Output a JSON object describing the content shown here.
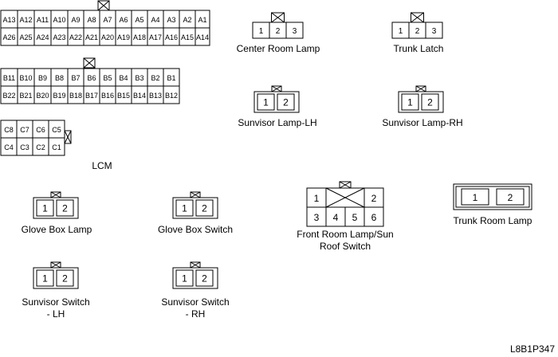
{
  "lcm": {
    "title": "LCM",
    "a_top": [
      "A13",
      "A12",
      "A11",
      "A10",
      "A9",
      "A8",
      "A7",
      "A6",
      "A5",
      "A4",
      "A3",
      "A2",
      "A1"
    ],
    "a_bottom": [
      "A26",
      "A25",
      "A24",
      "A23",
      "A22",
      "A21",
      "A20",
      "A19",
      "A18",
      "A17",
      "A16",
      "A15",
      "A14"
    ],
    "b_top": [
      "B11",
      "B10",
      "B9",
      "B8",
      "B7",
      "B6",
      "B5",
      "B4",
      "B3",
      "B2",
      "B1"
    ],
    "b_bottom": [
      "B22",
      "B21",
      "B20",
      "B19",
      "B18",
      "B17",
      "B16",
      "B15",
      "B14",
      "B13",
      "B12"
    ],
    "c_top": [
      "C8",
      "C7",
      "C6",
      "C5"
    ],
    "c_bottom": [
      "C4",
      "C3",
      "C2",
      "C1"
    ]
  },
  "center_room_lamp": {
    "label": "Center Room Lamp",
    "pins": [
      "1",
      "2",
      "3"
    ]
  },
  "trunk_latch": {
    "label": "Trunk Latch",
    "pins": [
      "1",
      "2",
      "3"
    ]
  },
  "sunvisor_lamp_lh": {
    "label": "Sunvisor Lamp-LH",
    "pins": [
      "1",
      "2"
    ]
  },
  "sunvisor_lamp_rh": {
    "label": "Sunvisor Lamp-RH",
    "pins": [
      "1",
      "2"
    ]
  },
  "glove_box_lamp": {
    "label": "Glove Box Lamp",
    "pins": [
      "1",
      "2"
    ]
  },
  "glove_box_switch": {
    "label": "Glove Box Switch",
    "pins": [
      "1",
      "2"
    ]
  },
  "front_room_lamp": {
    "label_line1": "Front Room Lamp/Sun",
    "label_line2": "Roof Switch",
    "pins_top": [
      "1",
      "2"
    ],
    "pins_bottom": [
      "3",
      "4",
      "5",
      "6"
    ]
  },
  "trunk_room_lamp": {
    "label": "Trunk Room Lamp",
    "pins": [
      "1",
      "2"
    ]
  },
  "sunvisor_switch_lh": {
    "label_line1": "Sunvisor Switch",
    "label_line2": "- LH",
    "pins": [
      "1",
      "2"
    ]
  },
  "sunvisor_switch_rh": {
    "label_line1": "Sunvisor Switch",
    "label_line2": "- RH",
    "pins": [
      "1",
      "2"
    ]
  },
  "figure_code": "L8B1P347"
}
